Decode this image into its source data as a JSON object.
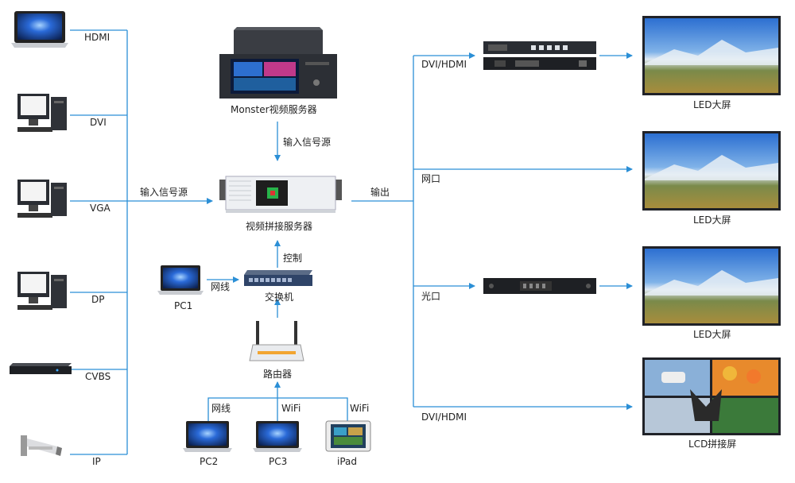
{
  "colors": {
    "line": "#2b8fd6",
    "device_dark": "#2a2d33",
    "screen_blue": "#2d6fd0"
  },
  "sources": [
    {
      "label": "HDMI",
      "icon": "laptop-icon"
    },
    {
      "label": "DVI",
      "icon": "desktop-pc-icon"
    },
    {
      "label": "VGA",
      "icon": "desktop-pc-icon"
    },
    {
      "label": "DP",
      "icon": "desktop-pc-icon"
    },
    {
      "label": "CVBS",
      "icon": "set-top-box-icon"
    },
    {
      "label": "IP",
      "icon": "cctv-camera-icon"
    }
  ],
  "input_label": "输入信号源",
  "monster": {
    "label": "Monster视频服务器",
    "arrow_label": "输入信号源"
  },
  "splicer": {
    "label": "视频拼接服务器"
  },
  "control_label": "控制",
  "switch": {
    "label": "交换机"
  },
  "pc1": {
    "label": "PC1",
    "link_label": "网线"
  },
  "router": {
    "label": "路由器"
  },
  "clients": [
    {
      "label": "PC2",
      "link_label": "网线"
    },
    {
      "label": "PC3",
      "link_label": "WiFi"
    },
    {
      "label": "iPad",
      "link_label": "WiFi"
    }
  ],
  "output_label": "输出",
  "outputs": [
    {
      "link_label": "DVI/HDMI",
      "display_label": "LED大屏"
    },
    {
      "link_label": "网口",
      "display_label": "LED大屏"
    },
    {
      "link_label": "光口",
      "display_label": "LED大屏"
    },
    {
      "link_label": "DVI/HDMI",
      "display_label": "LCD拼接屏"
    }
  ]
}
